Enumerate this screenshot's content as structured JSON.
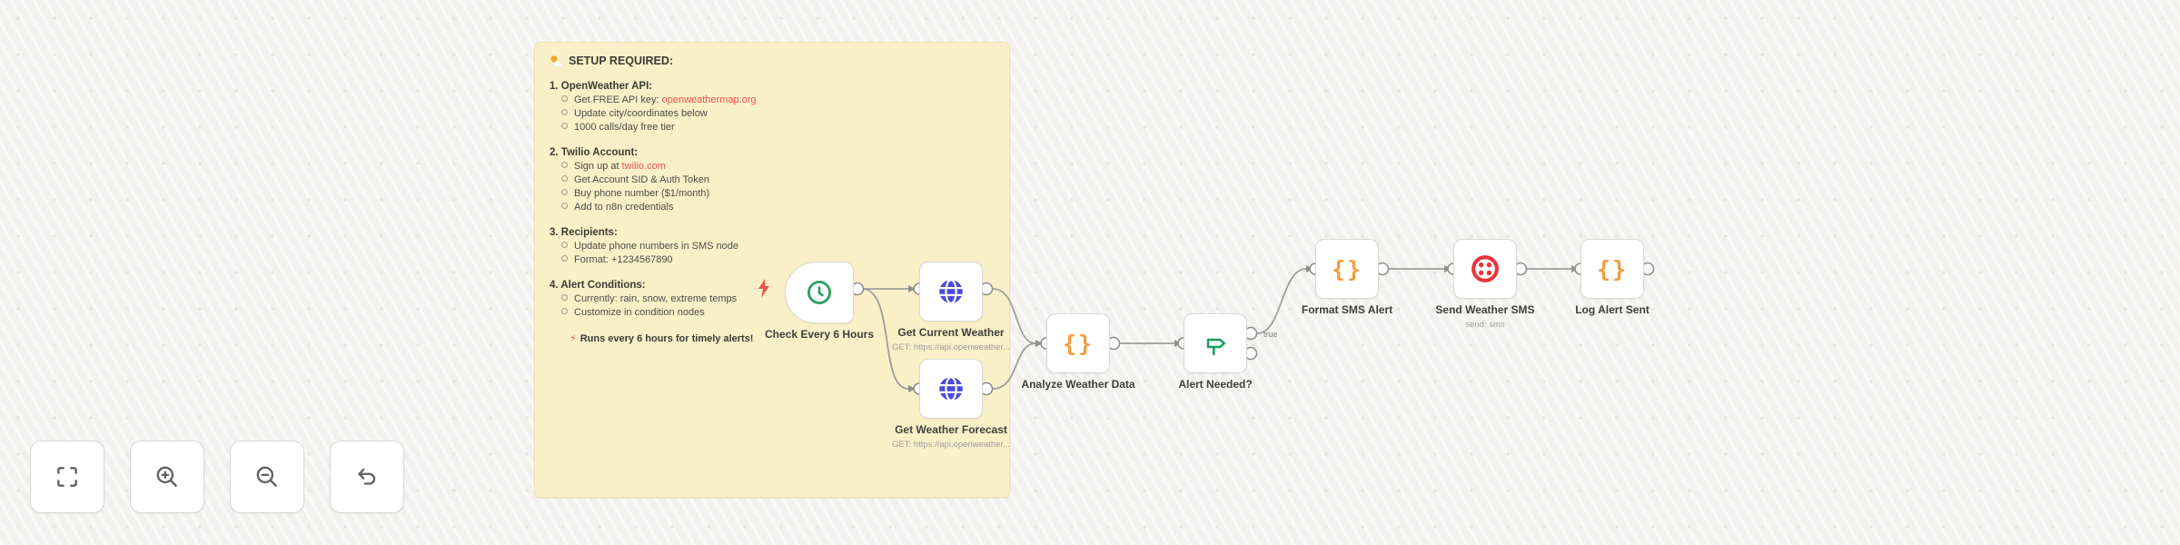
{
  "app": "n8n-workflow-canvas",
  "sticky": {
    "title": "SETUP REQUIRED:",
    "title_icon": "sun-behind-cloud",
    "sections": [
      {
        "heading": "1. OpenWeather API:",
        "items": [
          {
            "text": "Get FREE API key: ",
            "link": "openweathermap.org"
          },
          {
            "text": "Update city/coordinates below"
          },
          {
            "text": "1000 calls/day free tier"
          }
        ]
      },
      {
        "heading": "2. Twilio Account:",
        "items": [
          {
            "text": "Sign up at ",
            "link": "twilio.com"
          },
          {
            "text": "Get Account SID & Auth Token"
          },
          {
            "text": "Buy phone number ($1/month)"
          },
          {
            "text": "Add to n8n credentials"
          }
        ]
      },
      {
        "heading": "3. Recipients:",
        "items": [
          {
            "text": "Update phone numbers in SMS node"
          },
          {
            "text": "Format: +1234567890"
          }
        ]
      },
      {
        "heading": "4. Alert Conditions:",
        "items": [
          {
            "text": "Currently: rain, snow, extreme temps"
          },
          {
            "text": "Customize in condition nodes"
          }
        ]
      }
    ],
    "footnote_icon": "⚡",
    "footnote": "Runs every 6 hours for timely alerts!"
  },
  "nodes": [
    {
      "id": "schedule",
      "label": "Check Every 6 Hours",
      "icon": "clock",
      "type": "schedule-trigger"
    },
    {
      "id": "current",
      "label": "Get Current Weather",
      "sublabel": "GET: https://api.openweather...",
      "icon": "globe",
      "type": "http-request"
    },
    {
      "id": "forecast",
      "label": "Get Weather Forecast",
      "sublabel": "GET: https://api.openweather...",
      "icon": "globe",
      "type": "http-request"
    },
    {
      "id": "analyze",
      "label": "Analyze Weather Data",
      "icon": "code-braces",
      "type": "code"
    },
    {
      "id": "if",
      "label": "Alert Needed?",
      "icon": "signpost",
      "type": "if"
    },
    {
      "id": "format",
      "label": "Format SMS Alert",
      "icon": "code-braces",
      "type": "code"
    },
    {
      "id": "twilio",
      "label": "Send Weather SMS",
      "sublabel": "send: sms",
      "icon": "twilio",
      "type": "twilio"
    },
    {
      "id": "log",
      "label": "Log Alert Sent",
      "icon": "code-braces",
      "type": "code"
    }
  ],
  "connections": {
    "true_label": "true",
    "edges": [
      {
        "from": "schedule",
        "to": "current"
      },
      {
        "from": "schedule",
        "to": "forecast"
      },
      {
        "from": "current",
        "to": "analyze"
      },
      {
        "from": "forecast",
        "to": "analyze"
      },
      {
        "from": "analyze",
        "to": "if"
      },
      {
        "from": "if",
        "to": "format",
        "label": "true"
      },
      {
        "from": "format",
        "to": "twilio"
      },
      {
        "from": "twilio",
        "to": "log"
      }
    ]
  },
  "icons": {
    "code_glyph": "{}"
  },
  "controls": [
    {
      "name": "zoom-to-fit"
    },
    {
      "name": "zoom-in"
    },
    {
      "name": "zoom-out"
    },
    {
      "name": "reset-zoom"
    }
  ],
  "colors": {
    "sticky_bg": "#faf0c8",
    "link_red": "#ef5350",
    "trigger_green": "#2da163",
    "http_indigo": "#4c49d8",
    "code_orange": "#f79a3e",
    "if_green": "#17a05d",
    "twilio_red": "#e8343d",
    "bolt_coral": "#f0544f",
    "edge_gray": "#9e9e9a"
  }
}
